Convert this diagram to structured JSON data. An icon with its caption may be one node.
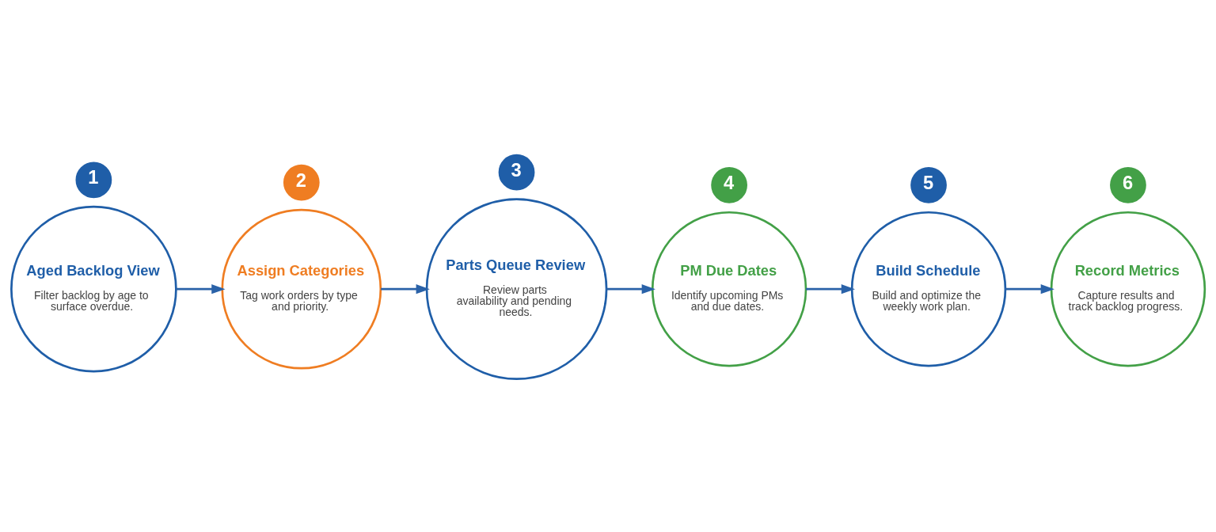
{
  "diagram": {
    "nodes": [
      {
        "text": [
          "1"
        ]
      },
      {
        "text": [
          "Aged Backlog View",
          "Filter backlog by age to surface overdue."
        ]
      },
      {
        "text": [
          "2"
        ]
      },
      {
        "text": [
          "Assign Categories",
          "Tag work orders by type and priority."
        ]
      },
      {
        "text": [
          "3"
        ]
      },
      {
        "text": [
          "Parts Queue Review",
          "Review parts availability and pending needs."
        ]
      },
      {
        "text": [
          "4"
        ]
      },
      {
        "text": [
          "PM Due Dates",
          "Identify upcoming PMs and due dates."
        ]
      },
      {
        "text": [
          "5"
        ]
      },
      {
        "text": [
          "Build Schedule",
          "Build and optimize the weekly work plan."
        ]
      },
      {
        "text": [
          "6"
        ]
      },
      {
        "text": [
          "Record Metrics",
          "Capture results and track backlog progress."
        ]
      }
    ],
    "edges": [
      {
        "from": 1,
        "to": 3,
        "arrow": "to"
      },
      {
        "from": 3,
        "to": 5,
        "arrow": "to"
      },
      {
        "from": 5,
        "to": 7,
        "arrow": "to"
      },
      {
        "from": 7,
        "to": 9,
        "arrow": "to"
      },
      {
        "from": 9,
        "to": 11,
        "arrow": "to"
      }
    ]
  }
}
